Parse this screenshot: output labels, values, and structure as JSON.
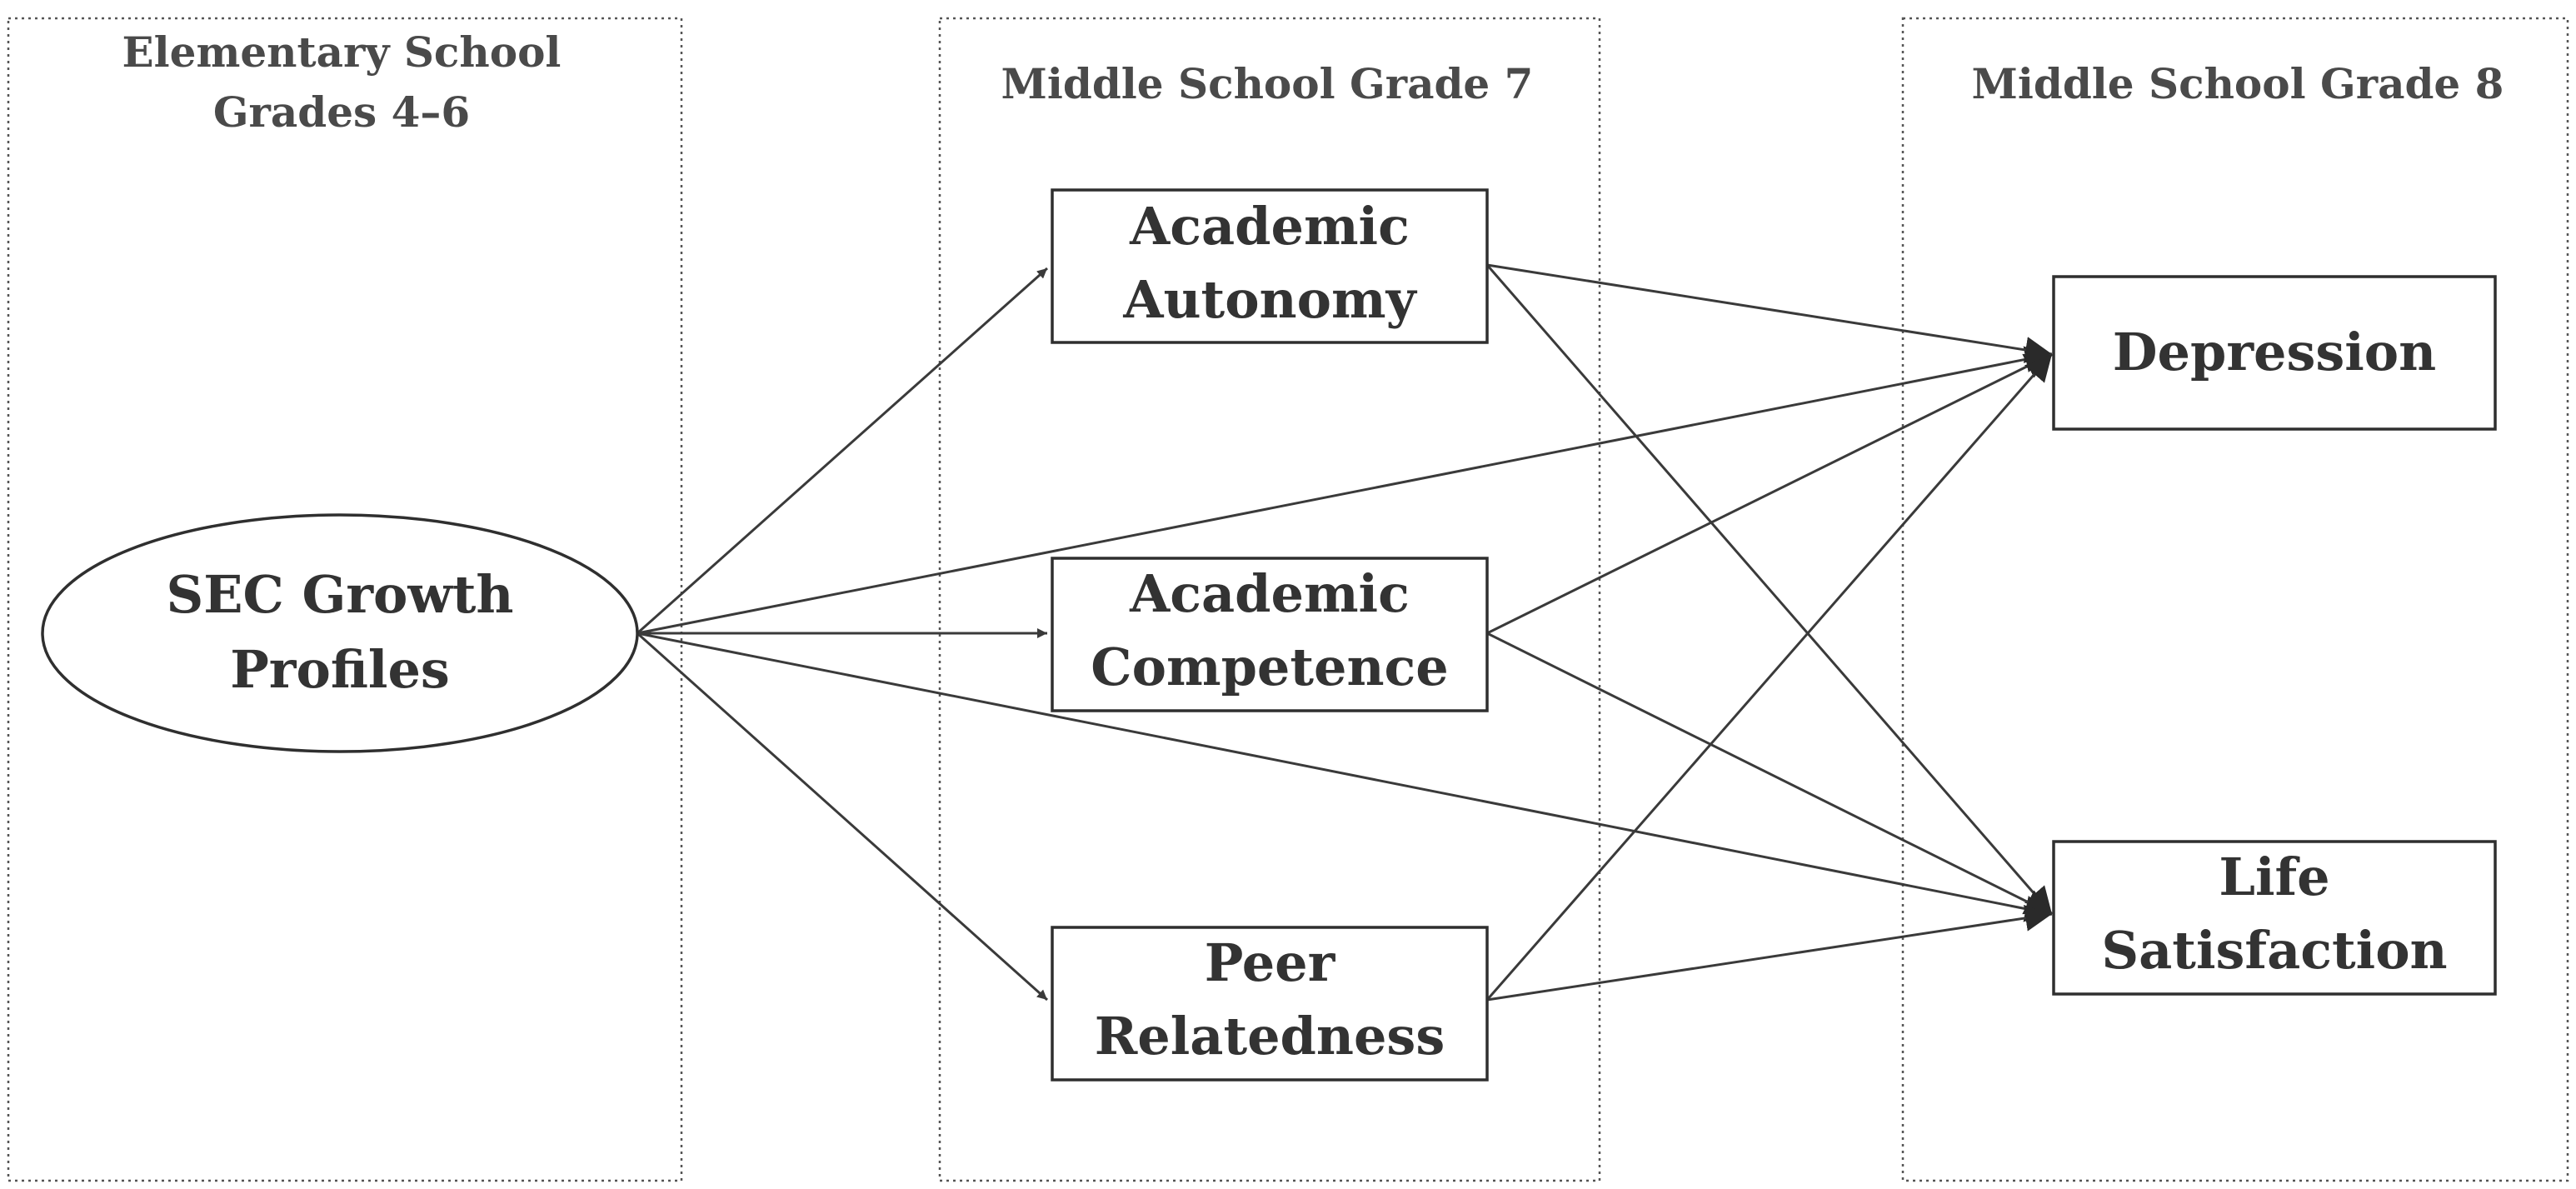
{
  "panels": [
    {
      "id": "elementary",
      "title_lines": [
        "Elementary School",
        "Grades 4–6"
      ]
    },
    {
      "id": "grade7",
      "title_lines": [
        "Middle School Grade 7"
      ]
    },
    {
      "id": "grade8",
      "title_lines": [
        "Middle School Grade 8"
      ]
    }
  ],
  "nodes": {
    "sec": {
      "lines": [
        "SEC Growth",
        "Profiles"
      ],
      "shape": "ellipse"
    },
    "autonomy": {
      "lines": [
        "Academic",
        "Autonomy"
      ],
      "shape": "rect"
    },
    "competence": {
      "lines": [
        "Academic",
        "Competence"
      ],
      "shape": "rect"
    },
    "relatedness": {
      "lines": [
        "Peer",
        "Relatedness"
      ],
      "shape": "rect"
    },
    "depression": {
      "lines": [
        "Depression"
      ],
      "shape": "rect"
    },
    "life": {
      "lines": [
        "Life",
        "Satisfaction"
      ],
      "shape": "rect"
    }
  },
  "edges": [
    {
      "from": "sec",
      "to": "autonomy"
    },
    {
      "from": "sec",
      "to": "competence"
    },
    {
      "from": "sec",
      "to": "relatedness"
    },
    {
      "from": "sec",
      "to": "depression"
    },
    {
      "from": "sec",
      "to": "life"
    },
    {
      "from": "autonomy",
      "to": "depression"
    },
    {
      "from": "autonomy",
      "to": "life"
    },
    {
      "from": "competence",
      "to": "depression"
    },
    {
      "from": "competence",
      "to": "life"
    },
    {
      "from": "relatedness",
      "to": "depression"
    },
    {
      "from": "relatedness",
      "to": "life"
    }
  ],
  "colors": {
    "text": "#333333",
    "panel_title": "#4a4a4a",
    "line": "#3a3a3a",
    "box_border": "#2f2f2f",
    "panel_border": "#555555"
  }
}
